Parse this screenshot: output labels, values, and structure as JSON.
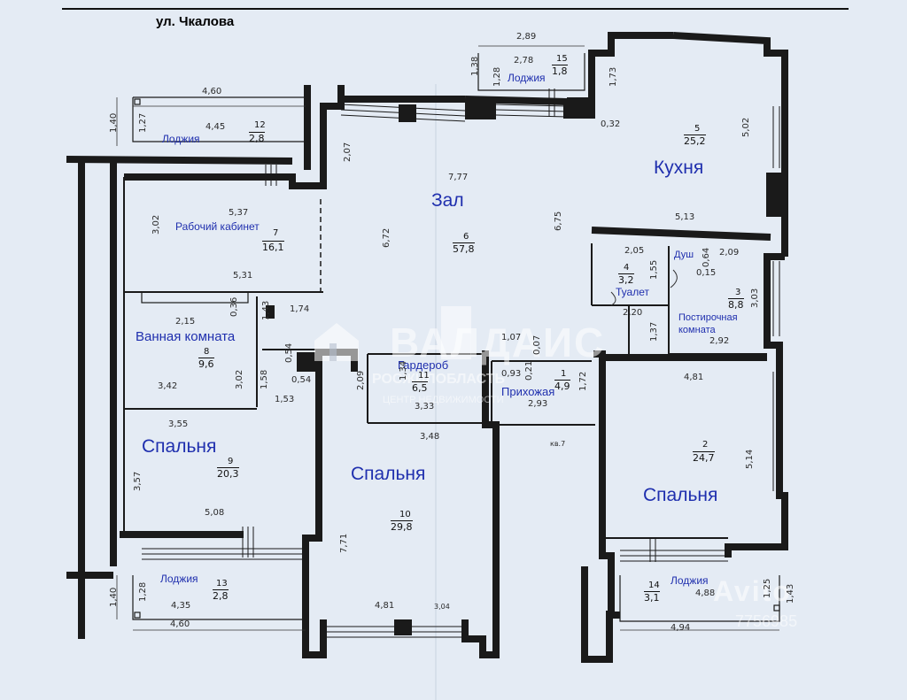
{
  "street": "ул. Чкалова",
  "rooms": {
    "hall": {
      "name": "Зал",
      "num": "6",
      "area": "57,8"
    },
    "kitchen": {
      "name": "Кухня",
      "num": "5",
      "area": "25,2"
    },
    "study": {
      "name": "Рабочий кабинет",
      "num": "7",
      "area": "16,1"
    },
    "bathroom": {
      "name": "Ванная комната",
      "num": "8",
      "area": "9,6"
    },
    "bedroom_left": {
      "name": "Спальня",
      "num": "9",
      "area": "20,3"
    },
    "bedroom_mid": {
      "name": "Спальня",
      "num": "10",
      "area": "29,8"
    },
    "bedroom_right": {
      "name": "Спальня",
      "num": "2",
      "area": "24,7"
    },
    "wardrobe": {
      "name": "Гардероб",
      "num": "11",
      "area": "6,5"
    },
    "hallway": {
      "name": "Прихожая",
      "num": "1",
      "area": "4,9"
    },
    "toilet": {
      "name": "Туалет",
      "num": "4",
      "area": "3,2"
    },
    "shower": {
      "name": "Душ"
    },
    "laundry": {
      "name": "Постирочная комната",
      "num": "3",
      "area": "8,8"
    },
    "loggia_12": {
      "name": "Лоджия",
      "num": "12",
      "area": "2,8"
    },
    "loggia_13": {
      "name": "Лоджия",
      "num": "13",
      "area": "2,8"
    },
    "loggia_14": {
      "name": "Лоджия",
      "num": "14",
      "area": "3,1"
    },
    "loggia_15": {
      "name": "Лоджия",
      "num": "15",
      "area": "1,8"
    }
  },
  "dimensions": {
    "d_2_89": "2,89",
    "d_2_78": "2,78",
    "d_1_38": "1,38",
    "d_1_28": "1,28",
    "d_1_73": "1,73",
    "d_4_60_top": "4,60",
    "d_1_40_top": "1,40",
    "d_1_27": "1,27",
    "d_4_45": "4,45",
    "d_2_07": "2,07",
    "d_7_77": "7,77",
    "d_0_32": "0,32",
    "d_5_02": "5,02",
    "d_5_37": "5,37",
    "d_3_02_study": "3,02",
    "d_5_31": "5,31",
    "d_6_72": "6,72",
    "d_6_75": "6,75",
    "d_5_13": "5,13",
    "d_2_05": "2,05",
    "d_1_55": "1,55",
    "d_0_64": "0,64",
    "d_2_09_top": "2,09",
    "d_0_15": "0,15",
    "d_3_03": "3,03",
    "d_2_15": "2,15",
    "d_0_36": "0,36",
    "d_1_43": "1,43",
    "d_1_74": "1,74",
    "d_2_20": "2,20",
    "d_1_37": "1,37",
    "d_2_92": "2,92",
    "d_1_07": "1,07",
    "d_0_54_a": "0,54",
    "d_0_54_b": "0,54",
    "d_3_02_bath": "3,02",
    "d_1_58": "1,58",
    "d_3_42": "3,42",
    "d_2_09_ward": "2,09",
    "d_3_33": "3,33",
    "d_1_34": "1,34",
    "d_0_93": "0,93",
    "d_0_21": "0,21",
    "d_0_07": "0,07",
    "d_1_72": "1,72",
    "d_2_93": "2,93",
    "d_4_81_right": "4,81",
    "d_1_53": "1,53",
    "d_3_55": "3,55",
    "d_3_48": "3,48",
    "d_3_57": "3,57",
    "d_5_08": "5,08",
    "d_5_14": "5,14",
    "d_7_71": "7,71",
    "d_1_40_bot": "1,40",
    "d_1_28_bot": "1,28",
    "d_4_35": "4,35",
    "d_4_60_bot": "4,60",
    "d_4_81_bot": "4,81",
    "d_4_88": "4,88",
    "d_4_94": "4,94",
    "d_1_25": "1,25",
    "d_1_43_bot": "1,43",
    "d_kv7": "кв.7",
    "d_3_04": "3,04"
  },
  "watermark": {
    "logo_text": "ВАЛДАИС",
    "sub_text": "РОСЖИЛОБЛАСТЬ",
    "sub_small": "ЦЕНТР НЕДВИЖИМОСТИ",
    "corner": "Avito",
    "corner_id": "7756985"
  }
}
